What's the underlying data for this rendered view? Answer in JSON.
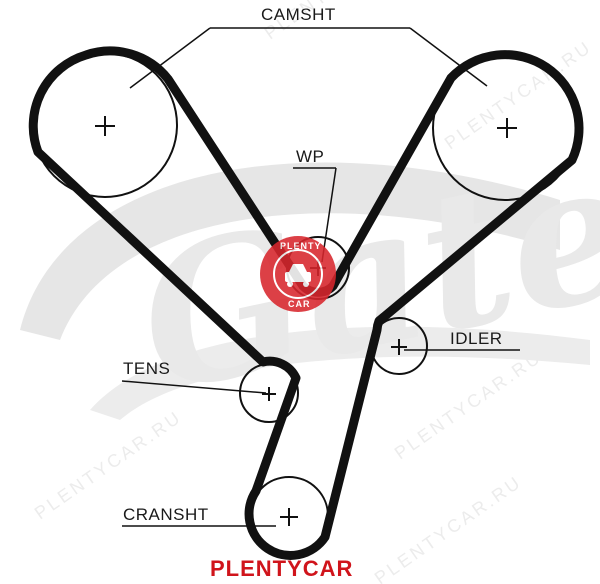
{
  "labels": {
    "camshaft": "CAMSHT",
    "water_pump": "WP",
    "idler": "IDLER",
    "tensioner": "TENS",
    "crankshaft": "CRANSHT"
  },
  "brand_caption": "PLENTYCAR",
  "watermark": {
    "logo_text": "Gates",
    "repeat_text": "PLENTYCAR.RU",
    "stamp_top": "PLENTY",
    "stamp_bottom": "CAR"
  },
  "colors": {
    "belt": "#111111",
    "watermark": "#e3e3e3",
    "stamp": "#d8262d",
    "brand": "#d0141b"
  }
}
